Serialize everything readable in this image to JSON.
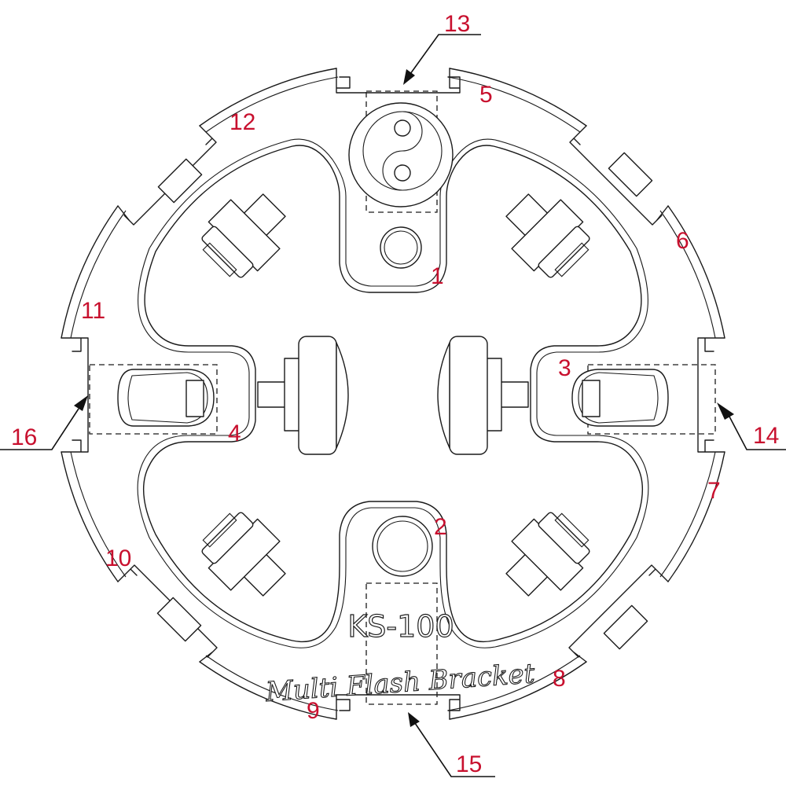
{
  "label_color": "#c8102e",
  "line_color": "#1a1a1a",
  "engraving": {
    "model": "KS-100",
    "product": "Multi Flash Bracket"
  },
  "callouts": [
    {
      "id": "1",
      "text": "1"
    },
    {
      "id": "2",
      "text": "2"
    },
    {
      "id": "3",
      "text": "3"
    },
    {
      "id": "4",
      "text": "4"
    },
    {
      "id": "5",
      "text": "5"
    },
    {
      "id": "6",
      "text": "6"
    },
    {
      "id": "7",
      "text": "7"
    },
    {
      "id": "8",
      "text": "8"
    },
    {
      "id": "9",
      "text": "9"
    },
    {
      "id": "10",
      "text": "10"
    },
    {
      "id": "11",
      "text": "11"
    },
    {
      "id": "12",
      "text": "12"
    },
    {
      "id": "13",
      "text": "13"
    },
    {
      "id": "14",
      "text": "14"
    },
    {
      "id": "15",
      "text": "15"
    },
    {
      "id": "16",
      "text": "16"
    }
  ]
}
